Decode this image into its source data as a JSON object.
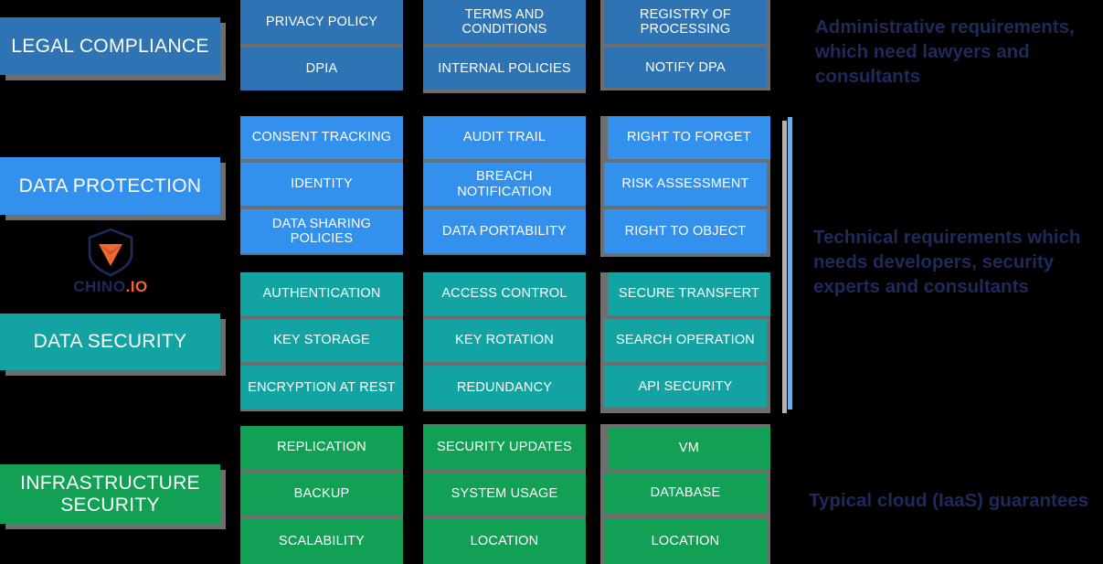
{
  "diagram": {
    "title": "GDPR Compliance Requirements Matrix",
    "colors": {
      "legal_blue": "#2E74B5",
      "data_protection_blue": "#3390EC",
      "data_security_teal": "#14A3A3",
      "infrastructure_green": "#12A054",
      "shadow_gray": "#6e6e6e",
      "accent_bar_blue": "#6BAEE8",
      "note_navy": "#1F2A5A",
      "logo_orange": "#F4662B",
      "background": "#000000"
    },
    "categories": [
      {
        "id": "legal-compliance",
        "label": "LEGAL COMPLIANCE"
      },
      {
        "id": "data-protection",
        "label": "DATA PROTECTION"
      },
      {
        "id": "data-security",
        "label": "DATA SECURITY"
      },
      {
        "id": "infrastructure-security",
        "label": "INFRASTRUCTURE SECURITY"
      }
    ],
    "rows": [
      {
        "id": "legal-compliance",
        "columns": [
          {
            "tiles": [
              "PRIVACY POLICY",
              "DPIA"
            ]
          },
          {
            "tiles": [
              "TERMS AND CONDITIONS",
              "INTERNAL POLICIES"
            ]
          },
          {
            "tiles": [
              "REGISTRY OF PROCESSING",
              "NOTIFY DPA"
            ]
          }
        ]
      },
      {
        "id": "data-protection",
        "columns": [
          {
            "tiles": [
              "CONSENT TRACKING",
              "IDENTITY",
              "DATA SHARING POLICIES"
            ]
          },
          {
            "tiles": [
              "AUDIT TRAIL",
              "BREACH NOTIFICATION",
              "DATA PORTABILITY"
            ]
          },
          {
            "tiles": [
              "RIGHT TO FORGET",
              "RISK ASSESSMENT",
              "RIGHT TO OBJECT"
            ]
          }
        ]
      },
      {
        "id": "data-security",
        "columns": [
          {
            "tiles": [
              "AUTHENTICATION",
              "KEY STORAGE",
              "ENCRYPTION AT REST"
            ]
          },
          {
            "tiles": [
              "ACCESS CONTROL",
              "KEY ROTATION",
              "REDUNDANCY"
            ]
          },
          {
            "tiles": [
              "SECURE TRANSFERT",
              "SEARCH OPERATION",
              "API SECURITY"
            ]
          }
        ]
      },
      {
        "id": "infrastructure-security",
        "columns": [
          {
            "tiles": [
              "REPLICATION",
              "BACKUP",
              "SCALABILITY"
            ]
          },
          {
            "tiles": [
              "SECURITY UPDATES",
              "SYSTEM USAGE",
              "LOCATION"
            ]
          },
          {
            "tiles": [
              "VM",
              "DATABASE",
              "LOCATION"
            ]
          }
        ]
      }
    ],
    "notes": [
      {
        "id": "note-administrative",
        "text": "Administrative requirements, which need lawyers and consultants"
      },
      {
        "id": "note-technical",
        "text": "Technical requirements which needs developers, security experts and consultants"
      },
      {
        "id": "note-cloud",
        "text": "Typical cloud (IaaS) guarantees"
      }
    ],
    "logo": {
      "name": "CHINO.IO",
      "part1": "CHINO",
      "part2": ".IO"
    }
  }
}
